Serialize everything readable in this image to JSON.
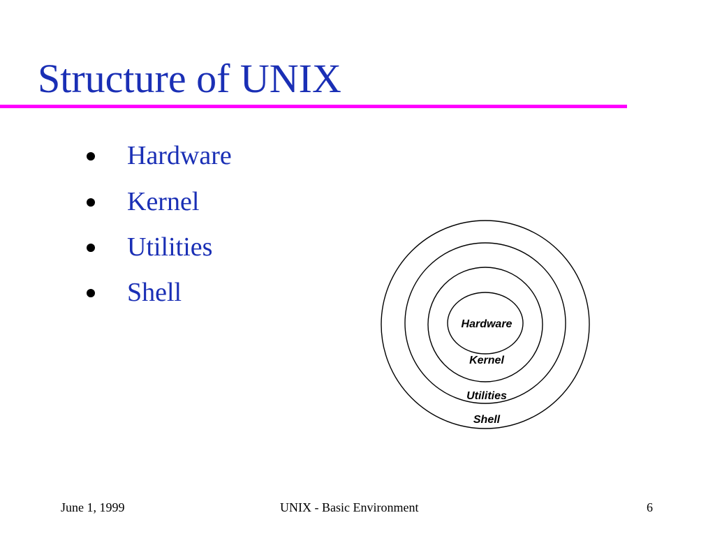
{
  "title": "Structure of UNIX",
  "bullets": [
    "Hardware",
    "Kernel",
    "Utilities",
    "Shell"
  ],
  "diagram": {
    "layers": [
      "Hardware",
      "Kernel",
      "Utilities",
      "Shell"
    ]
  },
  "footer": {
    "date": "June 1, 1999",
    "center": "UNIX - Basic Environment",
    "page": "6"
  },
  "colors": {
    "title": "#1a2fb5",
    "bullet_text": "#1a2fb5",
    "rule": "#ff00ff",
    "diagram_stroke": "#000000",
    "diagram_text": "#000000"
  }
}
